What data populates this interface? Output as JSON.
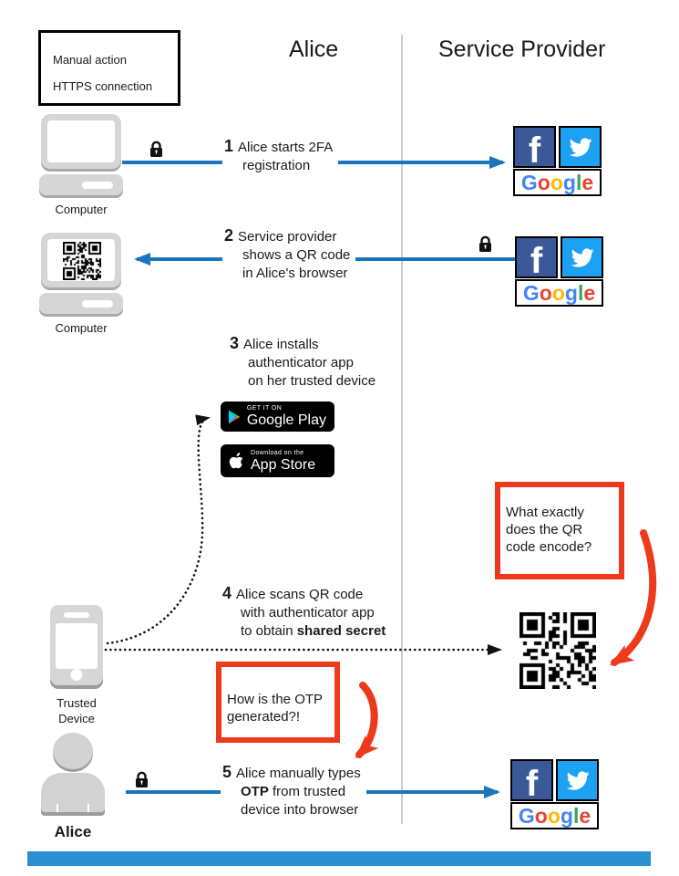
{
  "legend": {
    "manual_action": "Manual action",
    "https_connection": "HTTPS connection"
  },
  "headers": {
    "alice": "Alice",
    "service_provider": "Service Provider"
  },
  "steps": {
    "s1": {
      "num": "1",
      "l1": "Alice starts 2FA",
      "l2": "registration"
    },
    "s2": {
      "num": "2",
      "l1": "Service provider",
      "l2": "shows a QR code",
      "l3": "in Alice's browser"
    },
    "s3": {
      "num": "3",
      "l1": "Alice installs",
      "l2": "authenticator app",
      "l3": "on her trusted device"
    },
    "s4": {
      "num": "4",
      "l1": "Alice scans QR code",
      "l2": "with authenticator app",
      "l3_pre": "to obtain ",
      "l3_bold": "shared secret"
    },
    "s5": {
      "num": "5",
      "l1": "Alice manually types",
      "l2_bold": "OTP",
      "l2_post": " from trusted",
      "l3": "device into browser"
    }
  },
  "labels": {
    "computer_1": "Computer",
    "computer_2": "Computer",
    "trusted_device_l1": "Trusted",
    "trusted_device_l2": "Device",
    "alice": "Alice"
  },
  "badges": {
    "google_play": {
      "tagline": "GET IT ON",
      "name": "Google Play"
    },
    "app_store": {
      "tagline": "Download on the",
      "name": "App Store"
    }
  },
  "annotations": {
    "qr_box": {
      "l1": "What exactly",
      "l2": "does the QR",
      "l3": "code encode?"
    },
    "otp_box": {
      "l1": "How is the OTP",
      "l2": "generated?!"
    }
  },
  "providers": {
    "facebook_letter": "f",
    "google_letters": [
      [
        "G",
        "#4285F4"
      ],
      [
        "o",
        "#EA4335"
      ],
      [
        "o",
        "#FBBC05"
      ],
      [
        "g",
        "#4285F4"
      ],
      [
        "l",
        "#34A853"
      ],
      [
        "e",
        "#EA4335"
      ]
    ]
  },
  "icons": [
    "lock-icon",
    "qr-code",
    "laptop-icon",
    "smartphone-icon",
    "person-icon",
    "twitter-bird-icon",
    "facebook-f-icon",
    "google-logo",
    "play-triangle-icon",
    "apple-logo-icon"
  ],
  "colors": {
    "https_arrow_blue": "#1b75bc",
    "manual_arrow_black": "#111111",
    "annotation_red": "#ee3a1c",
    "facebook_blue": "#3b5998",
    "twitter_blue": "#1da1f2",
    "device_gray": "#d6d6d6",
    "footer_bar_blue": "#2a8fd0",
    "divider_gray": "#cccccc"
  }
}
